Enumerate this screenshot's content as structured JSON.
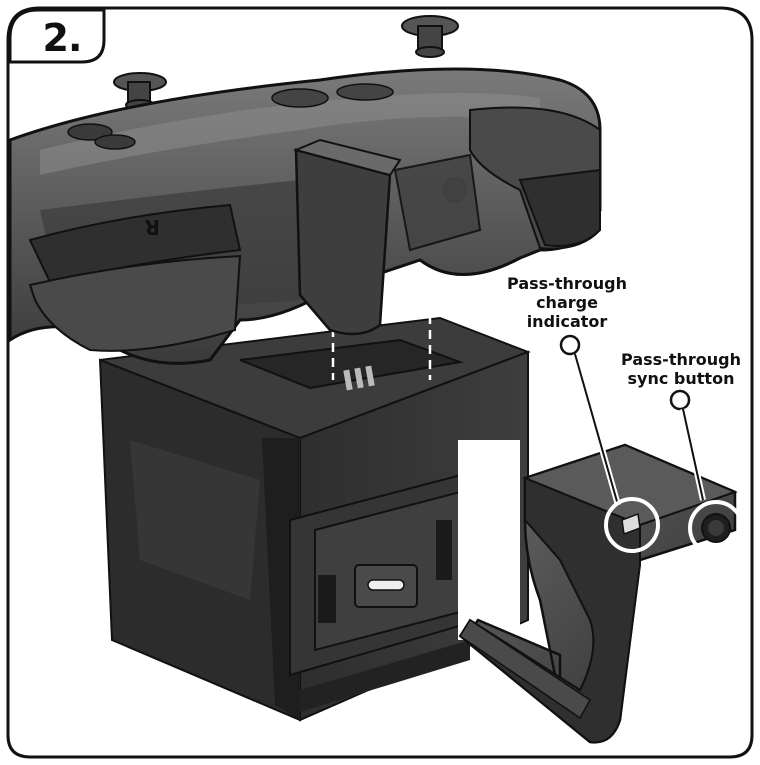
{
  "step": {
    "number": "2."
  },
  "callouts": {
    "charge_indicator": {
      "line1": "Pass-through",
      "line2": "charge",
      "line3": "indicator"
    },
    "sync_button": {
      "line1": "Pass-through",
      "line2": "sync button"
    }
  },
  "controller": {
    "r_label": "R"
  },
  "colors": {
    "outline": "#111111",
    "dark": "#2a2a2a",
    "mid": "#4d4d4d",
    "light": "#8a8a8a",
    "background": "#ffffff"
  }
}
